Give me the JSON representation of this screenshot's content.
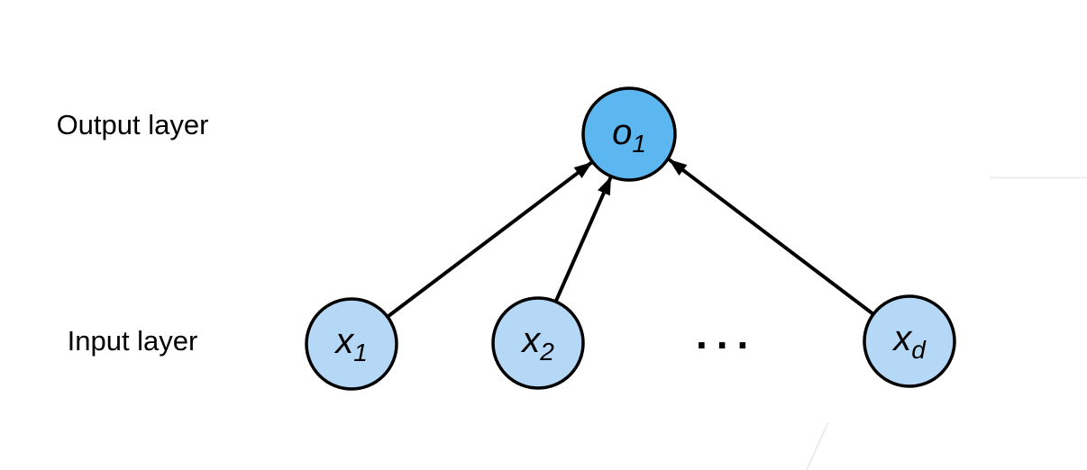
{
  "labels": {
    "output_layer": "Output layer",
    "input_layer": "Input layer"
  },
  "nodes": {
    "o1": {
      "base": "o",
      "sub": "1",
      "layer": "output"
    },
    "x1": {
      "base": "x",
      "sub": "1",
      "layer": "input"
    },
    "x2": {
      "base": "x",
      "sub": "2",
      "layer": "input"
    },
    "xd": {
      "base": "x",
      "sub": "d",
      "layer": "input"
    }
  },
  "ellipsis": "...",
  "edges": [
    {
      "from": "x1",
      "to": "o1"
    },
    {
      "from": "x2",
      "to": "o1"
    },
    {
      "from": "xd",
      "to": "o1"
    }
  ],
  "colors": {
    "output_node_fill": "#5CB7F0",
    "input_node_fill": "#B4D8F6",
    "node_stroke": "#000000",
    "arrow": "#000000",
    "text": "#000000",
    "background": "#FFFFFF"
  }
}
